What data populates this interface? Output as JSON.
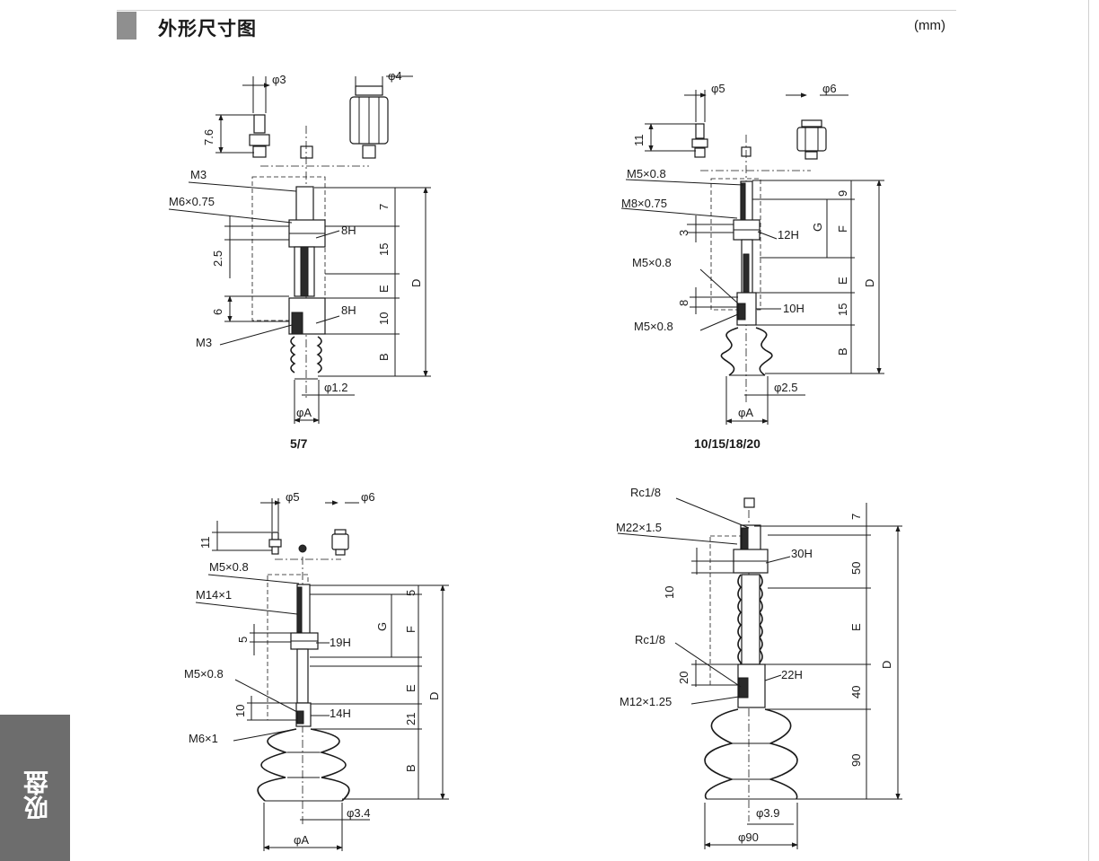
{
  "header": {
    "title": "外形尺寸图",
    "unit": "(mm)"
  },
  "side_tab": {
    "label": "吸盘"
  },
  "drawings": [
    {
      "caption": "5/7",
      "labels": [
        "φ3",
        "φ4",
        "7.6",
        "M3",
        "M6×0.75",
        "8H",
        "2.5",
        "6",
        "8H",
        "M3",
        "φ1.2",
        "φA",
        "7",
        "15",
        "E",
        "10",
        "B",
        "D"
      ]
    },
    {
      "caption": "10/15/18/20",
      "labels": [
        "φ5",
        "φ6",
        "11",
        "M5×0.8",
        "M8×0.75",
        "3",
        "12H",
        "M5×0.8",
        "8",
        "10H",
        "M5×0.8",
        "φ2.5",
        "φA",
        "9",
        "G",
        "F",
        "E",
        "15",
        "B",
        "D"
      ]
    },
    {
      "caption": "",
      "labels": [
        "φ5",
        "φ6",
        "11",
        "M5×0.8",
        "M14×1",
        "5",
        "19H",
        "M5×0.8",
        "10",
        "14H",
        "M6×1",
        "φ3.4",
        "φA",
        "5",
        "G",
        "F",
        "E",
        "21",
        "B",
        "D"
      ]
    },
    {
      "caption": "",
      "labels": [
        "Rc1/8",
        "M22×1.5",
        "30H",
        "10",
        "Rc1/8",
        "20",
        "22H",
        "M12×1.25",
        "φ3.9",
        "φ90",
        "7",
        "50",
        "E",
        "40",
        "90",
        "D"
      ]
    }
  ]
}
